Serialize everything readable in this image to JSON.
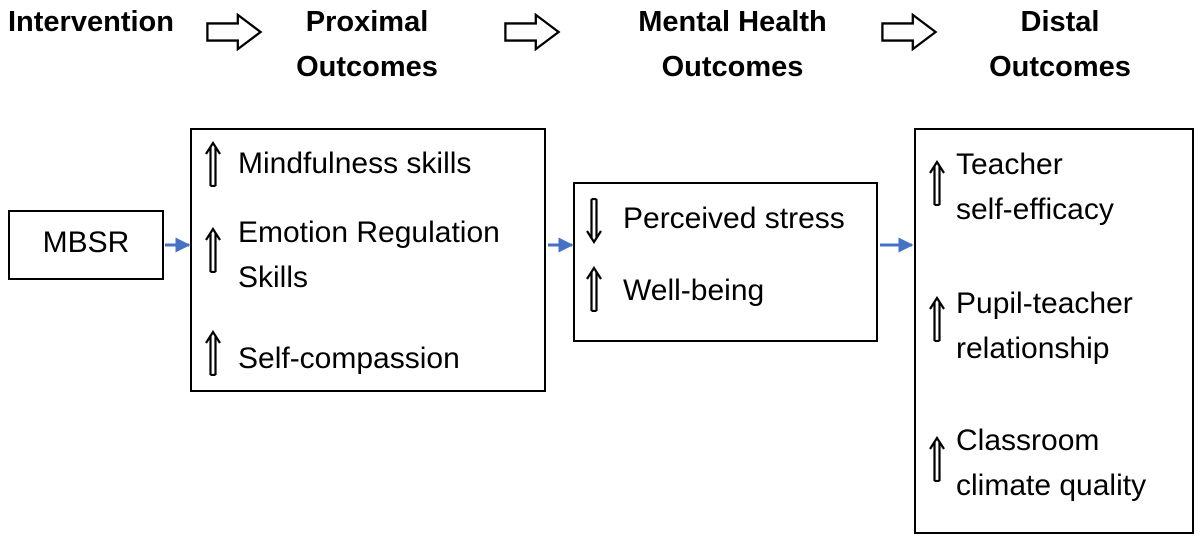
{
  "headers": {
    "intervention": "Intervention",
    "proximal": [
      "Proximal",
      "Outcomes"
    ],
    "mental": [
      "Mental Health",
      "Outcomes"
    ],
    "distal": [
      "Distal",
      "Outcomes"
    ]
  },
  "intervention_box": {
    "label": "MBSR"
  },
  "proximal_box": {
    "items": [
      {
        "direction": "up",
        "lines": [
          "Mindfulness skills"
        ]
      },
      {
        "direction": "up",
        "lines": [
          "Emotion Regulation",
          "Skills"
        ]
      },
      {
        "direction": "up",
        "lines": [
          "Self-compassion"
        ]
      }
    ]
  },
  "mental_box": {
    "items": [
      {
        "direction": "down",
        "lines": [
          "Perceived stress"
        ]
      },
      {
        "direction": "up",
        "lines": [
          "Well-being"
        ]
      }
    ]
  },
  "distal_box": {
    "items": [
      {
        "direction": "up",
        "lines": [
          "Teacher",
          "self-efficacy"
        ]
      },
      {
        "direction": "up",
        "lines": [
          "Pupil-teacher",
          "relationship"
        ]
      },
      {
        "direction": "up",
        "lines": [
          "Classroom",
          "climate quality"
        ]
      }
    ]
  },
  "colors": {
    "connector_arrow": "#4472c4",
    "border": "#000000"
  }
}
